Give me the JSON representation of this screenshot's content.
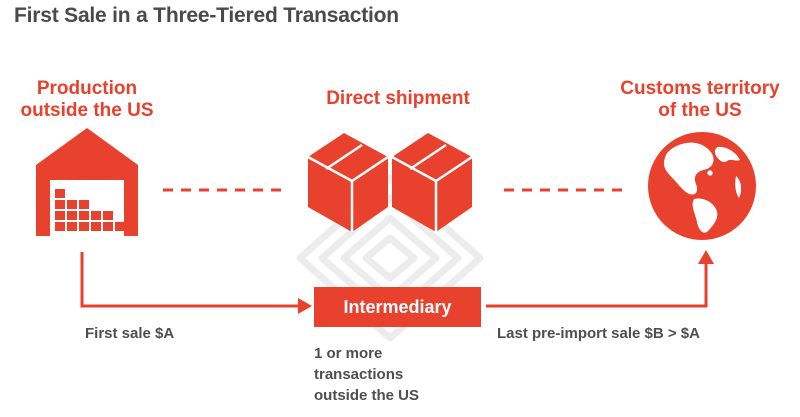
{
  "title": "First Sale in a Three-Tiered Transaction",
  "colors": {
    "accent": "#e8412e",
    "text_gray": "#4f4f4f",
    "title_gray": "#4a4a4a",
    "watermark": "#ececec"
  },
  "nodes": {
    "production": {
      "label_line1": "Production",
      "label_line2": "outside the US",
      "icon": "warehouse-icon"
    },
    "shipment": {
      "label": "Direct shipment",
      "icon": "boxes-icon"
    },
    "customs": {
      "label_line1": "Customs territory",
      "label_line2": "of the US",
      "icon": "globe-icon"
    },
    "intermediary": {
      "label": "Intermediary"
    }
  },
  "flows": {
    "first_sale": "First sale $A",
    "last_sale": "Last pre-import sale $B > $A",
    "transactions_line1": "1 or more",
    "transactions_line2": "transactions",
    "transactions_line3": "outside the US"
  }
}
